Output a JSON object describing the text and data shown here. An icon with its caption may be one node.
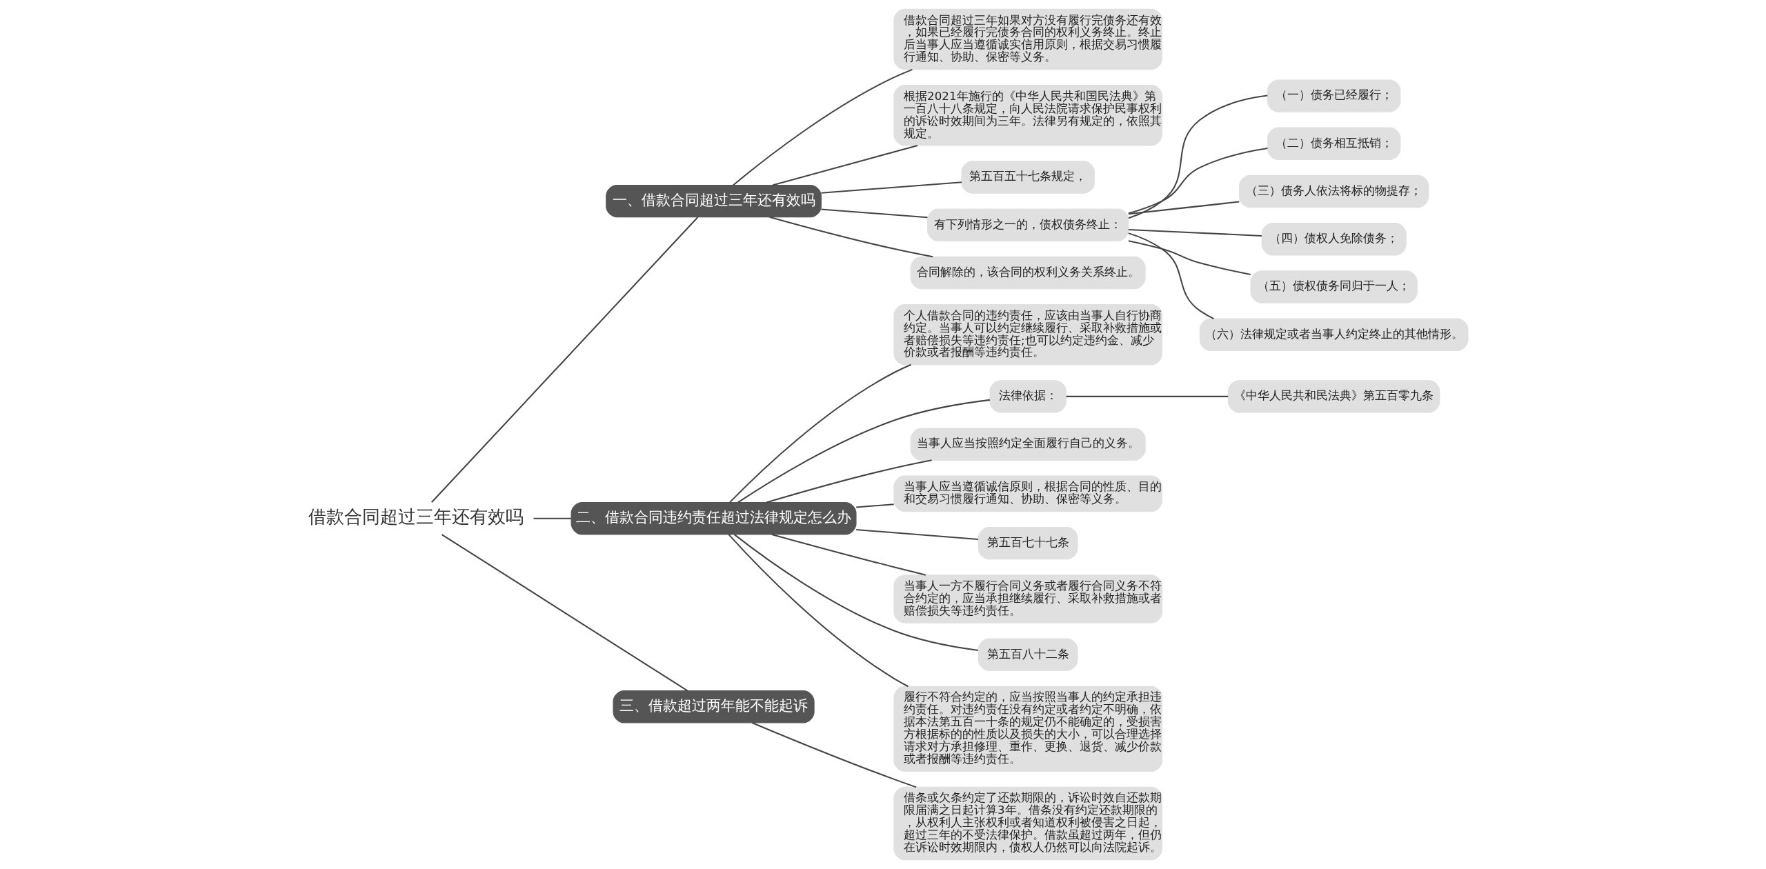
{
  "diagram": {
    "nodes": [
      {
        "text": [
          "借款合同超过三年还有效吗"
        ]
      },
      {
        "text": [
          "一、借款合同超过三年还有效吗"
        ]
      },
      {
        "text": [
          "借款合同超过三年如果对方没有履行完债务还有效，如果已经履行完债务合同的权利义务终止。终止后当事人应当遵循诚实信用原则，根据交易习惯履行通知、协助、保密等义务。"
        ]
      },
      {
        "text": [
          "根据2021年施行的《中华人民共和国民法典》第一百八十八条规定，向人民法院请求保护民事权利的诉讼时效期间为三年。法律另有规定的，依照其规定。"
        ]
      },
      {
        "text": [
          "第五百五十七条规定，"
        ]
      },
      {
        "text": [
          "有下列情形之一的，债权债务终止："
        ]
      },
      {
        "text": [
          "（一）债务已经履行；"
        ]
      },
      {
        "text": [
          "（二）债务相互抵销；"
        ]
      },
      {
        "text": [
          "（三）债务人依法将标的物提存；"
        ]
      },
      {
        "text": [
          "（四）债权人免除债务；"
        ]
      },
      {
        "text": [
          "（五）债权债务同归于一人；"
        ]
      },
      {
        "text": [
          "（六）法律规定或者当事人约定终止的其他情形。"
        ]
      },
      {
        "text": [
          "合同解除的，该合同的权利义务关系终止。"
        ]
      },
      {
        "text": [
          "二、借款合同违约责任超过法律规定怎么办"
        ]
      },
      {
        "text": [
          "个人借款合同的违约责任，应该由当事人自行协商约定。当事人可以约定继续履行、采取补救措施或者赔偿损失等违约责任;也可以约定违约金、减少价款或者报酬等违约责任。"
        ]
      },
      {
        "text": [
          "法律依据："
        ]
      },
      {
        "text": [
          "《中华人民共和民法典》第五百零九条"
        ]
      },
      {
        "text": [
          "当事人应当按照约定全面履行自己的义务。"
        ]
      },
      {
        "text": [
          "当事人应当遵循诚信原则，根据合同的性质、目的和交易习惯履行通知、协助、保密等义务。"
        ]
      },
      {
        "text": [
          "第五百七十七条"
        ]
      },
      {
        "text": [
          "当事人一方不履行合同义务或者履行合同义务不符合约定的，应当承担继续履行、采取补救措施或者赔偿损失等违约责任。"
        ]
      },
      {
        "text": [
          "第五百八十二条"
        ]
      },
      {
        "text": [
          "履行不符合约定的，应当按照当事人的约定承担违约责任。对违约责任没有约定或者约定不明确，依据本法第五百一十条的规定仍不能确定的，受损害方根据标的的性质以及损失的大小，可以合理选择请求对方承担修理、重作、更换、退货、减少价款或者报酬等违约责任。"
        ]
      },
      {
        "text": [
          "三、借款超过两年能不能起诉"
        ]
      },
      {
        "text": [
          "借条或欠条约定了还款期限的，诉讼时效自还款期限届满之日起计算3年。借条没有约定还款期限的，从权利人主张权利或者知道权利被侵害之日起，超过三年的不受法律保护。借款虽超过两年，但仍在诉讼时效期限内，债权人仍然可以向法院起诉。"
        ]
      }
    ],
    "edges": [
      {
        "from": 0,
        "to": 1,
        "arrow": "none"
      },
      {
        "from": 1,
        "to": 2,
        "arrow": "none"
      },
      {
        "from": 1,
        "to": 3,
        "arrow": "none"
      },
      {
        "from": 1,
        "to": 4,
        "arrow": "none"
      },
      {
        "from": 1,
        "to": 5,
        "arrow": "none"
      },
      {
        "from": 5,
        "to": 6,
        "arrow": "none"
      },
      {
        "from": 5,
        "to": 7,
        "arrow": "none"
      },
      {
        "from": 5,
        "to": 8,
        "arrow": "none"
      },
      {
        "from": 5,
        "to": 9,
        "arrow": "none"
      },
      {
        "from": 5,
        "to": 10,
        "arrow": "none"
      },
      {
        "from": 5,
        "to": 11,
        "arrow": "none"
      },
      {
        "from": 1,
        "to": 12,
        "arrow": "none"
      },
      {
        "from": 0,
        "to": 13,
        "arrow": "none"
      },
      {
        "from": 13,
        "to": 14,
        "arrow": "none"
      },
      {
        "from": 13,
        "to": 15,
        "arrow": "none"
      },
      {
        "from": 15,
        "to": 16,
        "arrow": "none"
      },
      {
        "from": 13,
        "to": 17,
        "arrow": "none"
      },
      {
        "from": 13,
        "to": 18,
        "arrow": "none"
      },
      {
        "from": 13,
        "to": 19,
        "arrow": "none"
      },
      {
        "from": 13,
        "to": 20,
        "arrow": "none"
      },
      {
        "from": 13,
        "to": 21,
        "arrow": "none"
      },
      {
        "from": 13,
        "to": 22,
        "arrow": "none"
      },
      {
        "from": 0,
        "to": 23,
        "arrow": "none"
      },
      {
        "from": 23,
        "to": 24,
        "arrow": "none"
      }
    ]
  }
}
